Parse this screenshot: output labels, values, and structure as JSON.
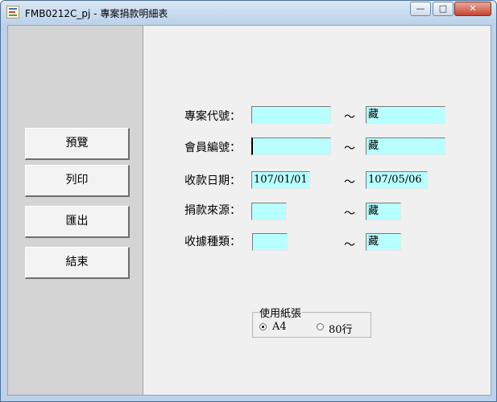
{
  "window": {
    "title": "FMB0212C_pj -  專案捐款明細表",
    "controls": {
      "minimize": "—",
      "maximize": "□",
      "close": "✕"
    }
  },
  "buttons": {
    "preview": "預覽",
    "print": "列印",
    "export": "匯出",
    "exit": "結束"
  },
  "form": {
    "project_code": {
      "label": "專案代號：",
      "from": "",
      "to": "藏"
    },
    "member_no": {
      "label": "會員編號：",
      "from": "",
      "to": "藏"
    },
    "receipt_date": {
      "label": "收款日期：",
      "from": "107/01/01",
      "to": "107/05/06"
    },
    "donation_source": {
      "label": "捐款來源：",
      "from": "",
      "to": "藏"
    },
    "receipt_type": {
      "label": "收據種類：",
      "from": "",
      "to": "藏"
    },
    "range_sep": "～"
  },
  "paper": {
    "legend": "使用紙張",
    "options": [
      {
        "label": "A4",
        "selected": true
      },
      {
        "label": "80行",
        "selected": false
      }
    ]
  }
}
